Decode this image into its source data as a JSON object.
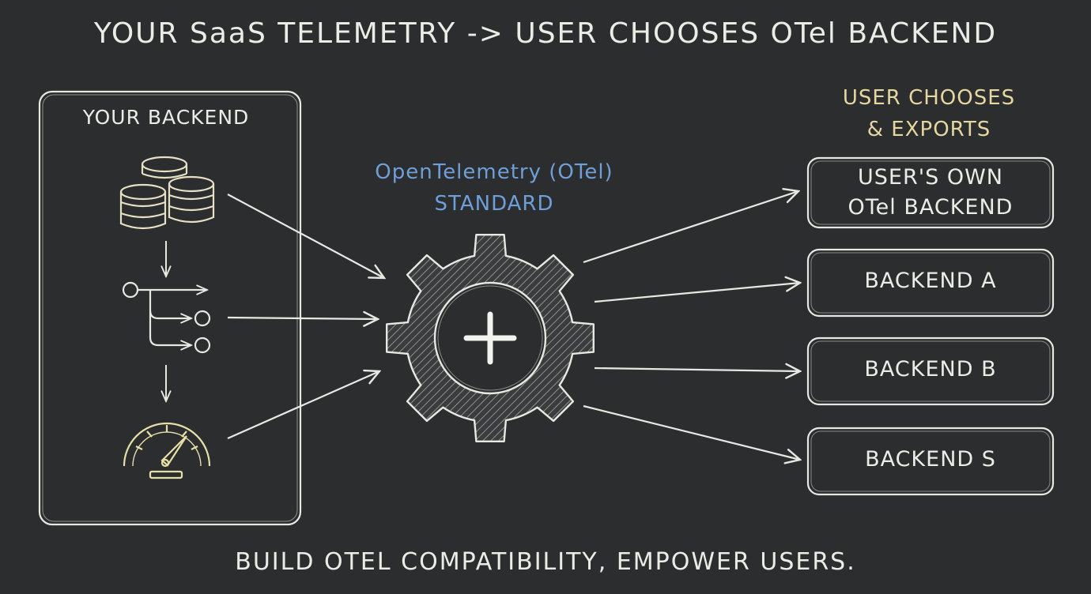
{
  "title": "YOUR SaaS TELEMETRY -> USER CHOOSES OTel BACKEND",
  "backend_panel": {
    "label": "YOUR BACKEND"
  },
  "standard": {
    "line1": "OpenTelemetry (OTel)",
    "line2": "STANDARD"
  },
  "user_section": {
    "line1": "USER CHOOSES",
    "line2": "& EXPORTS"
  },
  "backends": [
    {
      "line1": "USER'S OWN",
      "line2": "OTel BACKEND"
    },
    {
      "label": "BACKEND A"
    },
    {
      "label": "BACKEND B"
    },
    {
      "label": "BACKEND S"
    }
  ],
  "footer": "BUILD OTEL COMPATIBILITY, EMPOWER USERS.",
  "colors": {
    "background": "#2b2d2e",
    "chalk_white": "#e8e8e3",
    "chalk_blue": "#6f9fd8",
    "chalk_yellow": "#e6d7a0"
  },
  "icons": [
    "database-icon",
    "trace-tree-icon",
    "gauge-icon",
    "gear-plus-icon"
  ]
}
